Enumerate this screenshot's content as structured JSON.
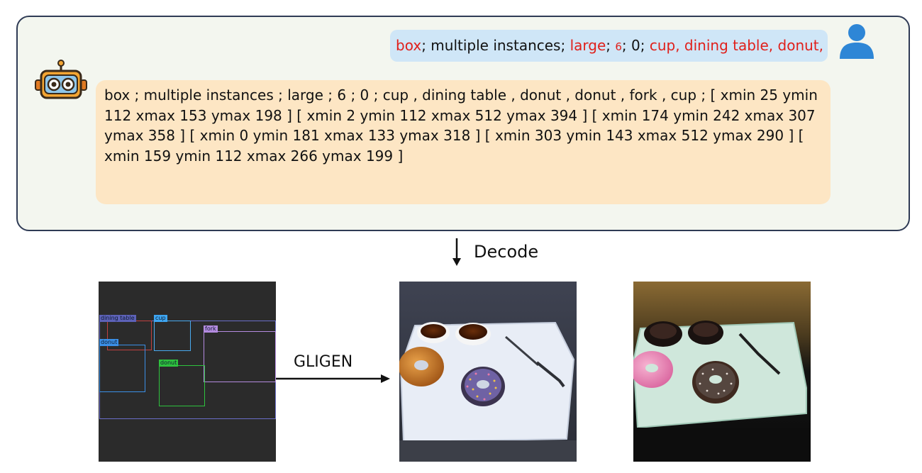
{
  "chat": {
    "user_prompt": {
      "segments": [
        {
          "text": "box",
          "highlight": true
        },
        {
          "text": "; multiple instances; ",
          "highlight": false
        },
        {
          "text": "large",
          "highlight": true
        },
        {
          "text": "; ",
          "highlight": false
        },
        {
          "text": "6",
          "highlight": true,
          "small": true
        },
        {
          "text": "; 0; ",
          "highlight": false
        },
        {
          "text": "cup, dining table, donut,",
          "highlight": true
        }
      ]
    },
    "bot_response": "box ; multiple instances ; large ; 6 ; 0 ; cup , dining table , donut , donut , fork , cup ; [ xmin 25 ymin 112 xmax 153 ymax 198 ] [ xmin 2 ymin 112 xmax 512 ymax 394 ] [ xmin 174 ymin 242 xmax 307 ymax 358 ] [ xmin 0 ymin 181 xmax 133 ymax 318 ] [ xmin 303 ymin 143 xmax 512 ymax 290 ] [ xmin 159 ymin 112 xmax 266 ymax 199 ]",
    "user_icon": "user-icon",
    "bot_icon": "robot-icon"
  },
  "decode_label": "Decode",
  "gligen_label": "GLIGEN",
  "layout": {
    "boxes": [
      {
        "label": "dining table",
        "color": "#6a6ec8",
        "tag_bg": "#5d62b8"
      },
      {
        "label": "cup",
        "color": "#c04040",
        "tag_bg": "#a23a3a"
      },
      {
        "label": "cup",
        "color": "#49aaf0",
        "tag_bg": "#3ea6f2"
      },
      {
        "label": "donut",
        "color": "#3b8fe6",
        "tag_bg": "#3b8fe6"
      },
      {
        "label": "fork",
        "color": "#b48be0",
        "tag_bg": "#b48be0"
      },
      {
        "label": "donut",
        "color": "#2ec23e",
        "tag_bg": "#2ec23e"
      }
    ]
  },
  "colors": {
    "highlight": "#e0201b",
    "user_bubble": "#cfe6f7",
    "bot_bubble": "#fde6c4",
    "panel_bg": "#f3f6ef",
    "panel_border": "#2f3b55"
  }
}
